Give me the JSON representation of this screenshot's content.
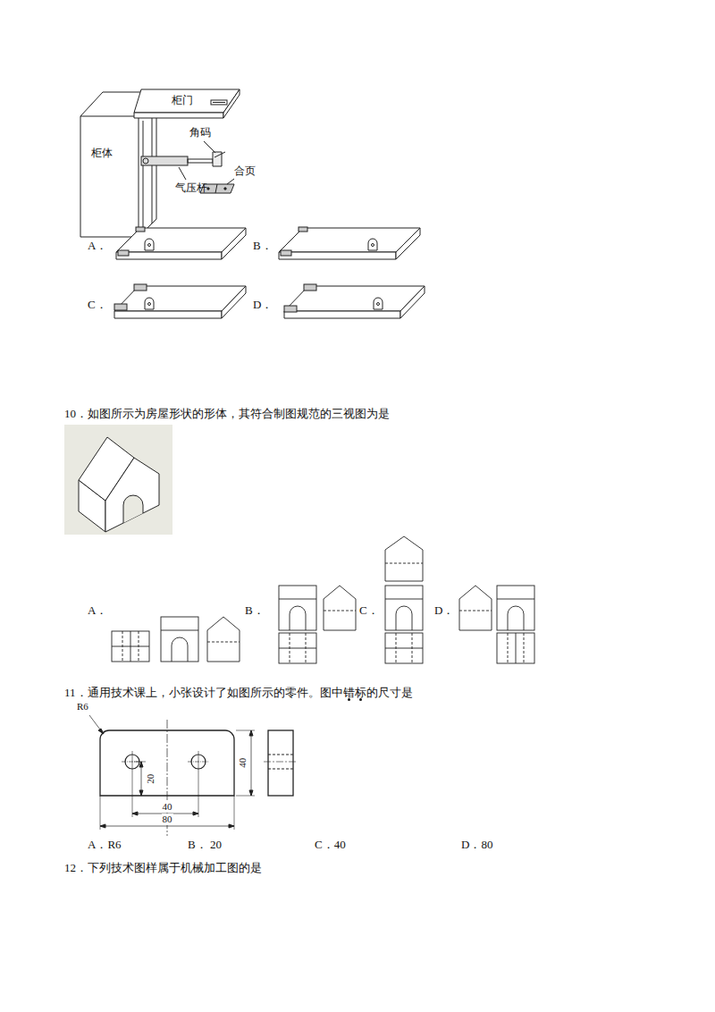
{
  "diagram": {
    "labels": [
      "柜门",
      "柜体",
      "角码",
      "合页",
      "气压杆",
      "A．",
      "B．",
      "C．",
      "D．",
      "10．如图所示为房屋形状的形体，其符合制图规范的三视图为是",
      "A．",
      "B．",
      "C．",
      "D．",
      "11．通用技术课上，小张设计了如图所示的零件。图中错标的尺寸是",
      "R6",
      "20",
      "40",
      "80",
      "40",
      "A．R6",
      "B． 20",
      "C．40",
      "D．80",
      "12．下列技术图样属于机械加工图的是"
    ]
  }
}
